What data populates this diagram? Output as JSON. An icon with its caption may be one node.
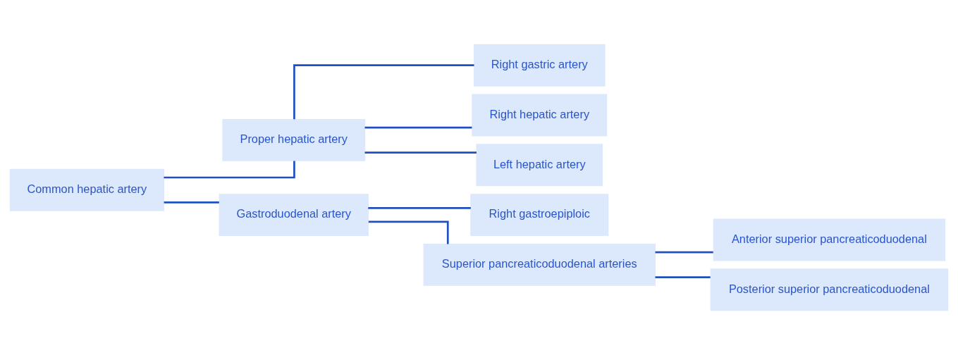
{
  "diagram": {
    "nodes": [
      {
        "text": [
          "Common hepatic artery"
        ]
      },
      {
        "text": [
          "Proper hepatic artery"
        ]
      },
      {
        "text": [
          "Gastroduodenal artery"
        ]
      },
      {
        "text": [
          "Right gastric artery"
        ]
      },
      {
        "text": [
          "Right hepatic artery"
        ]
      },
      {
        "text": [
          "Left hepatic artery"
        ]
      },
      {
        "text": [
          "Right gastroepiploic"
        ]
      },
      {
        "text": [
          "Superior pancreaticoduodenal arteries"
        ]
      },
      {
        "text": [
          "Anterior superior pancreaticoduodenal"
        ]
      },
      {
        "text": [
          "Posterior superior pancreaticoduodenal"
        ]
      }
    ],
    "edges": [
      {
        "from": 0,
        "to": 1,
        "arrow": "none"
      },
      {
        "from": 0,
        "to": 2,
        "arrow": "none"
      },
      {
        "from": 1,
        "to": 3,
        "arrow": "none"
      },
      {
        "from": 1,
        "to": 4,
        "arrow": "none"
      },
      {
        "from": 1,
        "to": 5,
        "arrow": "none"
      },
      {
        "from": 2,
        "to": 6,
        "arrow": "none"
      },
      {
        "from": 2,
        "to": 7,
        "arrow": "none"
      },
      {
        "from": 7,
        "to": 8,
        "arrow": "none"
      },
      {
        "from": 7,
        "to": 9,
        "arrow": "none"
      }
    ]
  }
}
